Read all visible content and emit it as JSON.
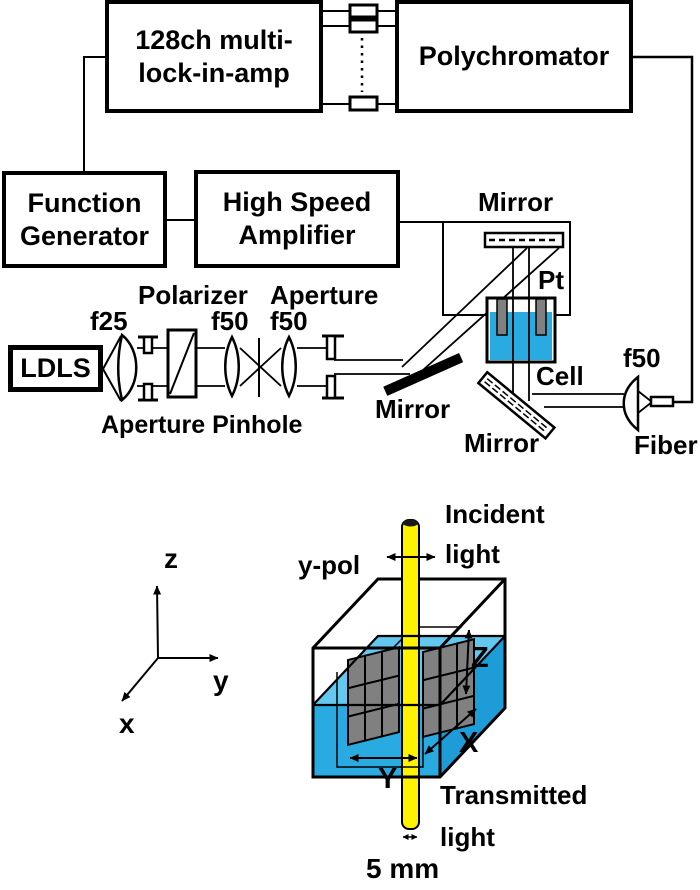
{
  "figure": {
    "top_diagram": {
      "boxes": {
        "lock_in_amp": "128ch multi-\nlock-in-amp",
        "polychromator": "Polychromator",
        "function_generator": "Function\nGenerator",
        "high_speed_amplifier": "High Speed\nAmplifier",
        "ldls": "LDLS"
      },
      "labels": {
        "f25": "f25",
        "polarizer": "Polarizer",
        "f50_collimating": "f50",
        "aperture": "Aperture",
        "f50_focusing": "f50",
        "aperture_pinhole": "Aperture Pinhole",
        "mirror_top": "Mirror",
        "mirror_fold": "Mirror",
        "mirror_exit": "Mirror",
        "pt": "Pt",
        "cell": "Cell",
        "f50_fiber": "f50",
        "fiber": "Fiber"
      }
    },
    "bottom_diagram": {
      "labels": {
        "incident_light": "Incident\nlight",
        "y_pol": "y-pol",
        "transmitted_light": "Transmitted\nlight",
        "scale": "5 mm",
        "axis_z": "z",
        "axis_y": "y",
        "axis_x": "x",
        "cell_z": "Z",
        "cell_x": "X",
        "cell_y": "Y"
      }
    },
    "colors": {
      "liquid": "#29ABE2",
      "liquid_surface": "#62C8EF",
      "liquid_side": "#1E9CD7",
      "beam_yellow": "#FFF200",
      "electrode_gray": "#808080"
    }
  }
}
